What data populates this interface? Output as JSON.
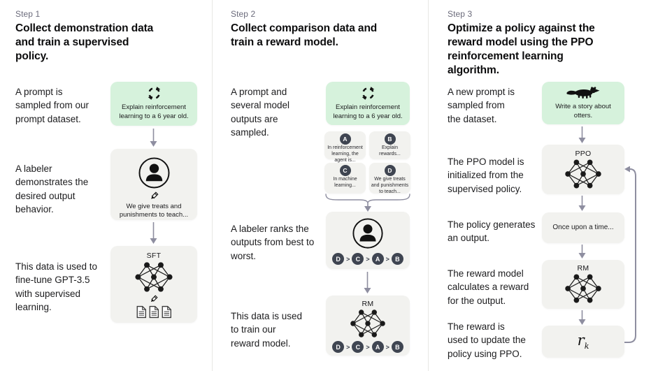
{
  "colors": {
    "green": "#d6f2dc",
    "gray": "#f2f2ef",
    "chip": "#3f4551",
    "arrow": "#8e8ea0"
  },
  "step1": {
    "label": "Step 1",
    "title": "Collect demonstration data and train a supervised policy.",
    "caption1": "A prompt is sampled from our prompt dataset.",
    "caption2": "A labeler demonstrates the desired output behavior.",
    "caption3": "This data is used to fine-tune GPT-3.5 with supervised learning.",
    "prompt_box": "Explain reinforcement learning to a 6 year old.",
    "labeler_box": "We give treats and punishments to teach...",
    "sft_label": "SFT"
  },
  "step2": {
    "label": "Step 2",
    "title": "Collect comparison data and train a reward model.",
    "caption1": "A prompt and several model outputs are sampled.",
    "caption2": "A labeler ranks the outputs from best to worst.",
    "caption3": "This data is used to train our reward model.",
    "prompt_box": "Explain reinforcement learning to a 6 year old.",
    "outputs": [
      {
        "letter": "A",
        "text": "In reinforcement learning, the agent is..."
      },
      {
        "letter": "B",
        "text": "Explain rewards..."
      },
      {
        "letter": "C",
        "text": "In machine learning..."
      },
      {
        "letter": "D",
        "text": "We give treats and punishments to teach..."
      }
    ],
    "ranking": [
      "D",
      "C",
      "A",
      "B"
    ],
    "ranking_sep": ">",
    "rm_label": "RM"
  },
  "step3": {
    "label": "Step 3",
    "title": "Optimize a policy against the reward model using the PPO reinforcement learning algorithm.",
    "caption1": "A new prompt is sampled from the dataset.",
    "caption2": "The PPO model is initialized from the supervised policy.",
    "caption3": "The policy generates an output.",
    "caption4": "The reward model calculates a reward for the output.",
    "caption5": "The reward is used to update the policy using PPO.",
    "prompt_box": "Write a story about otters.",
    "ppo_label": "PPO",
    "output_box": "Once upon a time...",
    "rm_label": "RM",
    "reward_symbol": "r",
    "reward_subscript": "k"
  }
}
